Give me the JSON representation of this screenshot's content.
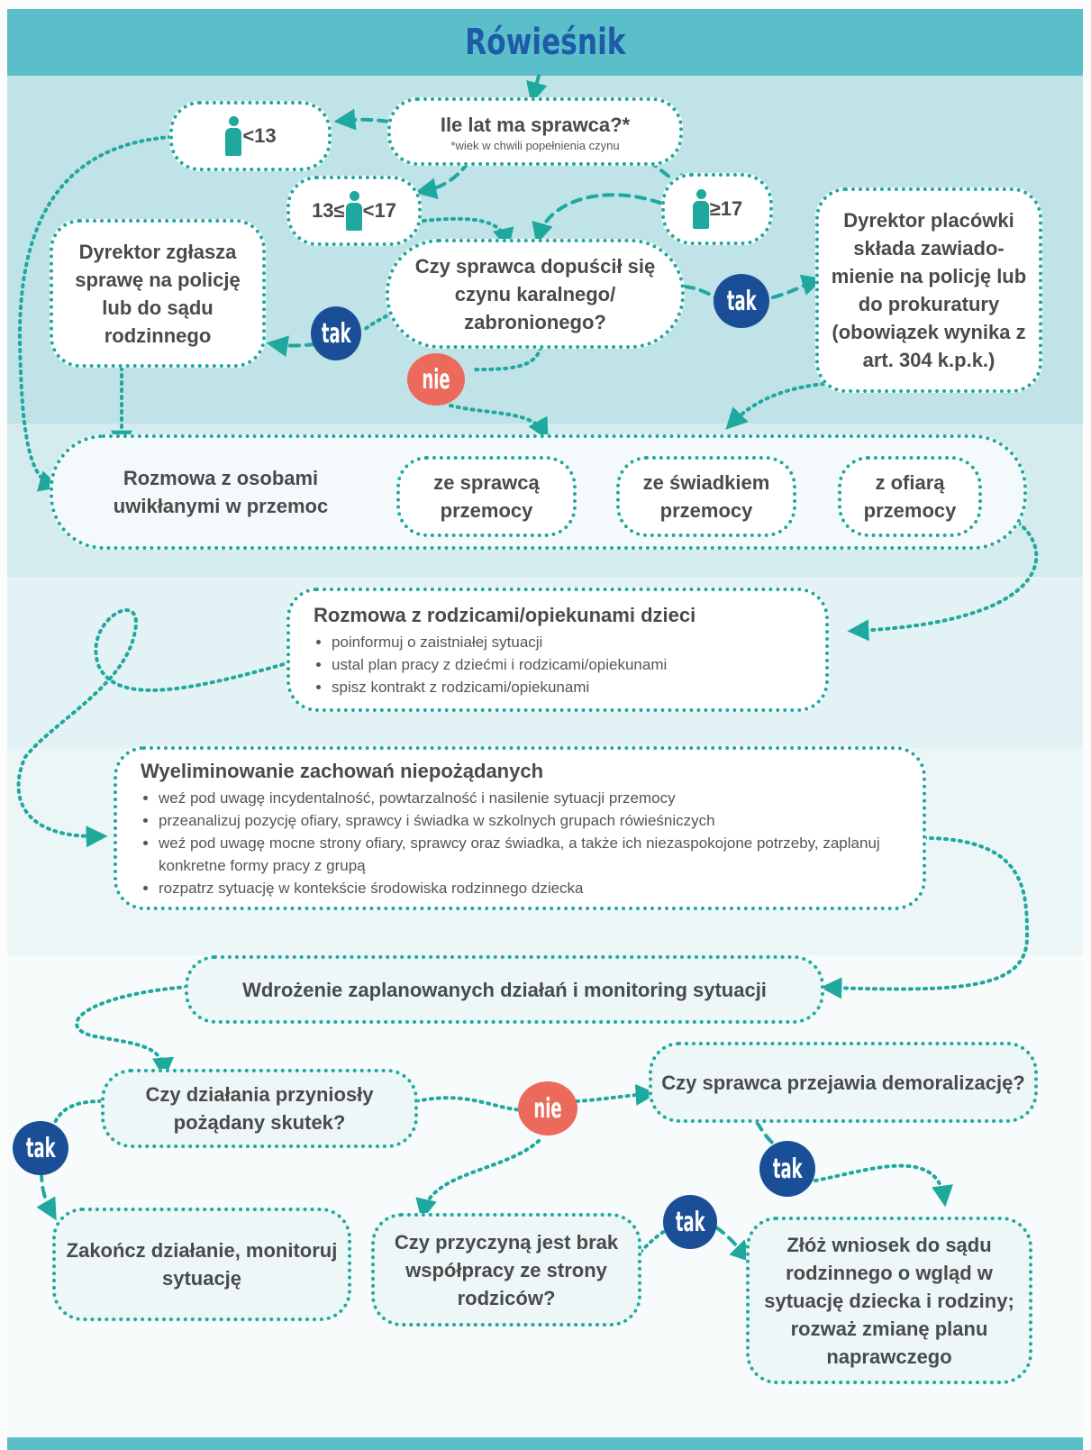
{
  "title": "Rówieśnik",
  "nodes": {
    "age_question": "Ile lat ma sprawca?*",
    "age_note": "*wiek w chwili popełnienia czynu",
    "age_lt13": "<13",
    "age_13_prefix": "13≤",
    "age_13_suffix": "<17",
    "age_ge17": "≥17",
    "director_police": "Dyrektor zgłasza sprawę na policję lub do sądu rodzinnego",
    "crime_question": "Czy sprawca dopuścił się czynu karalnego/ zabronionego?",
    "director_prosecutor": "Dyrektor placówki składa zawiado-mienie na policję lub do prokuratury (obowiązek wynika z art. 304 k.p.k.)",
    "talk_involved": "Rozmowa z osobami uwikłanymi w przemoc",
    "with_perpetrator": "ze sprawcą przemocy",
    "with_witness": "ze świadkiem przemocy",
    "with_victim": "z ofiarą przemocy",
    "parents_title": "Rozmowa z rodzicami/opiekunami dzieci",
    "parents_items": [
      "poinformuj o zaistniałej sytuacji",
      "ustal plan pracy z dziećmi i rodzicami/opiekunami",
      "spisz kontrakt z rodzicami/opiekunami"
    ],
    "eliminate_title": "Wyeliminowanie zachowań niepożądanych",
    "eliminate_items": [
      "weź pod uwagę incydentalność, powtarzalność i nasilenie sytuacji przemocy",
      "przeanalizuj pozycję ofiary, sprawcy i świadka w szkolnych grupach rówieśniczych",
      "weź pod uwagę mocne strony ofiary, sprawcy oraz świadka, a także ich niezaspokojone potrzeby, zaplanuj konkretne formy pracy z grupą",
      "rozpatrz sytuację w kontekście środowiska rodzinnego dziecka"
    ],
    "implement": "Wdrożenie zaplanowanych działań i monitoring sytuacji",
    "effect_question": "Czy działania przyniosły pożądany skutek?",
    "demoralization_question": "Czy sprawca przejawia demoralizację?",
    "finish": "Zakończ działanie, monitoruj sytuację",
    "cause_question": "Czy przyczyną jest brak współpracy ze strony rodziców?",
    "court_request": "Złóż wniosek do sądu rodzinnego o wgląd w sytuację dziecka i rodziny; rozważ zmianę planu naprawczego"
  },
  "badges": {
    "yes": "tak",
    "no": "nie"
  },
  "colors": {
    "teal": "#1ea89e",
    "header": "#5bbfc9",
    "title": "#1e5ba8",
    "tak": "#1a4f97",
    "nie": "#ec6a5c"
  },
  "icons": [
    "person-icon"
  ]
}
